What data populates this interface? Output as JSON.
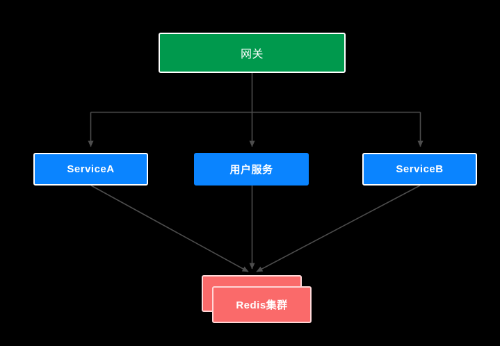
{
  "diagram": {
    "title": "microservice-architecture-diagram",
    "background_color": "#000000",
    "edge_color": "#4d4d4d",
    "nodes": {
      "gateway": {
        "label": "网关",
        "fill": "#00994d",
        "border": "#ffffff",
        "text_color": "#ffffff"
      },
      "service_a": {
        "label": "ServiceA",
        "fill": "#0a84ff",
        "border": "#ffffff",
        "text_color": "#ffffff"
      },
      "user_service": {
        "label": "用户服务",
        "fill": "#0a84ff",
        "border": "none",
        "text_color": "#ffffff"
      },
      "service_b": {
        "label": "ServiceB",
        "fill": "#0a84ff",
        "border": "#ffffff",
        "text_color": "#ffffff"
      },
      "redis_cluster_back": {
        "label": "",
        "fill": "#fa6a6a",
        "border": "#ffd7d7",
        "text_color": "#ffffff"
      },
      "redis_cluster_front": {
        "label": "Redis集群",
        "fill": "#fa6a6a",
        "border": "#ffd7d7",
        "text_color": "#ffffff"
      }
    },
    "edges": [
      {
        "from": "gateway",
        "to": "service_a",
        "style": "orthogonal",
        "arrowhead": "filled-triangle"
      },
      {
        "from": "gateway",
        "to": "user_service",
        "style": "orthogonal",
        "arrowhead": "filled-triangle"
      },
      {
        "from": "gateway",
        "to": "service_b",
        "style": "orthogonal",
        "arrowhead": "filled-triangle"
      },
      {
        "from": "service_a",
        "to": "redis_cluster_back",
        "style": "straight",
        "arrowhead": "filled-triangle"
      },
      {
        "from": "user_service",
        "to": "redis_cluster_back",
        "style": "straight",
        "arrowhead": "filled-triangle"
      },
      {
        "from": "service_b",
        "to": "redis_cluster_back",
        "style": "straight",
        "arrowhead": "filled-triangle"
      }
    ]
  }
}
